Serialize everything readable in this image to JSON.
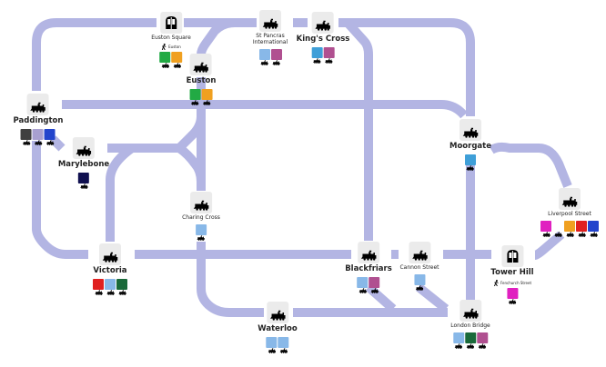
{
  "line_color": "#b3b5e3",
  "stations": [
    {
      "name": "Euston Square",
      "type": "tube",
      "walk_to": "Euston",
      "badges": [
        "#22aa44",
        "#f0a020"
      ]
    },
    {
      "name": "St Pancras International",
      "type": "train",
      "badges": [
        "#88b8e8",
        "#b05090"
      ]
    },
    {
      "name": "King's Cross",
      "type": "train",
      "badges": [
        "#3f9fd8",
        "#b05090"
      ]
    },
    {
      "name": "Euston",
      "type": "train",
      "badges": [
        "#22aa44",
        "#f0a020"
      ]
    },
    {
      "name": "Paddington",
      "type": "train",
      "badges": [
        "#404040",
        "#a8a0d0",
        "#2244cc"
      ]
    },
    {
      "name": "Marylebone",
      "type": "train",
      "badges": [
        "#101050"
      ]
    },
    {
      "name": "Moorgate",
      "type": "train",
      "badges": [
        "#3f9fd8"
      ]
    },
    {
      "name": "Liverpool Street",
      "type": "train",
      "badges": [
        "#e020c0",
        "#ffffff",
        "#f0a020",
        "#e02020",
        "#2244cc"
      ]
    },
    {
      "name": "Charing Cross",
      "type": "train",
      "badges": [
        "#88b8e8"
      ]
    },
    {
      "name": "Victoria",
      "type": "train",
      "badges": [
        "#e02020",
        "#88b8e8",
        "#1a6a3a"
      ]
    },
    {
      "name": "Blackfriars",
      "type": "train",
      "badges": [
        "#88b8e8",
        "#b05090"
      ]
    },
    {
      "name": "Cannon Street",
      "type": "train",
      "badges": [
        "#88b8e8"
      ]
    },
    {
      "name": "Tower Hill",
      "type": "tube",
      "walk_to": "Fenchurch Street",
      "badges": [
        "#e020c0"
      ]
    },
    {
      "name": "Waterloo",
      "type": "train",
      "badges": [
        "#88b8e8",
        "#88b8e8"
      ]
    },
    {
      "name": "London Bridge",
      "type": "train",
      "badges": [
        "#88b8e8",
        "#1a6a3a",
        "#b05090"
      ]
    }
  ]
}
